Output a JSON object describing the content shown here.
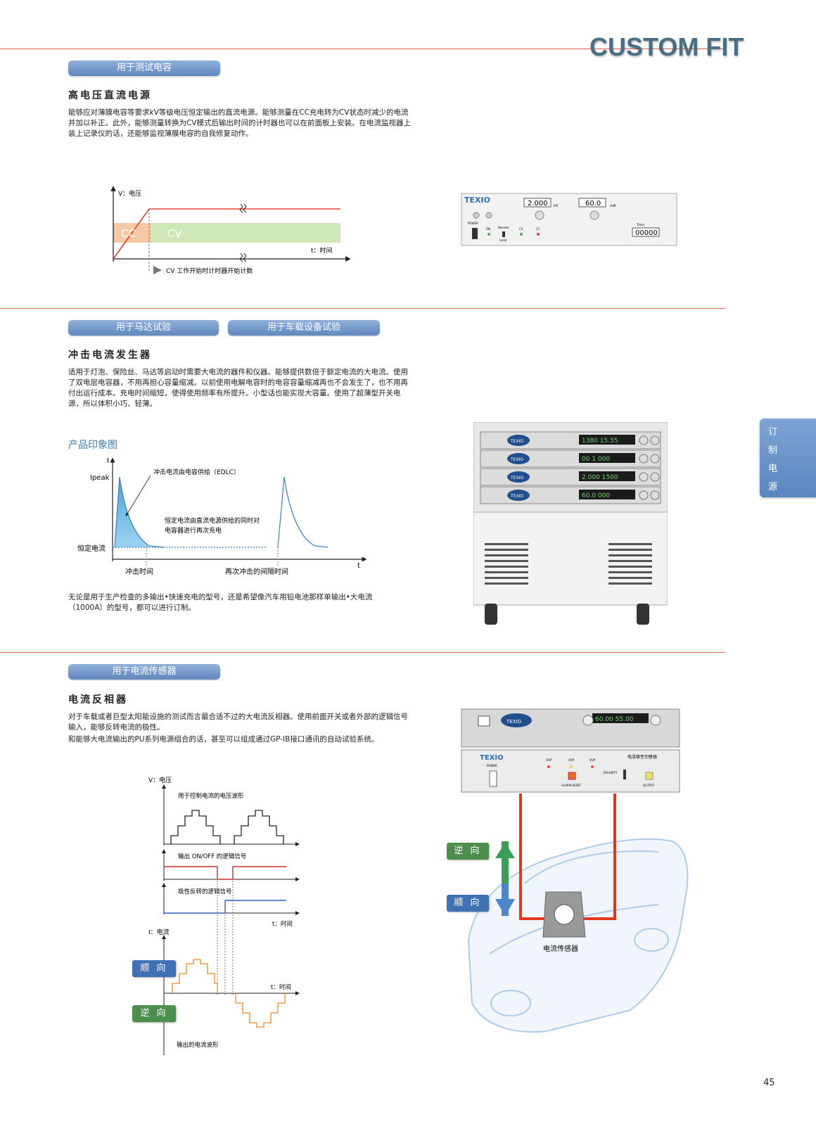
{
  "brand": "CUSTOM FIT",
  "side_tab": [
    "订",
    "制",
    "电",
    "源"
  ],
  "page_number": "45",
  "section1": {
    "tag": "用于测试电容",
    "heading": "高电压直流电源",
    "body": "能够应对薄膜电容等要求kV等级电压恒定输出的直流电源。能够测量在CC充电转为CV状态时减少的电流并加以补正。此外，能够测量转换为CV模式后输出时间的计时器也可以在前面板上安装。在电流监视器上装上记录仪的话，还能够监视薄膜电容的自我修复动作。",
    "chart": {
      "y_label": "V：电压",
      "x_label": "t：时间",
      "cc_label": "CC",
      "cv_label": "CV",
      "note": "CV 工作开始时计时器开始计数"
    },
    "device": {
      "logo": "TEXIO",
      "display1": "2.000",
      "unit1": "kV",
      "display2": "60.0",
      "unit2": "mA",
      "power": "POWER",
      "on": "ON",
      "remote": "Remote",
      "local": "Local",
      "cv": "CV",
      "cc": "CC",
      "timer_label": "Timer",
      "timer": "00000"
    }
  },
  "section2": {
    "tags": [
      "用于马达试验",
      "用于车载设备试验"
    ],
    "heading": "冲击电流发生器",
    "body": "适用于灯泡、保险丝、马达等启动时需要大电流的器件和仪器。能够提供数倍于额定电流的大电流。使用了双电层电容器，不用再担心容量缩减。以前使用电解电容时的电容容量缩减再也不会发生了，也不用再付出运行成本。充电时间缩短，使得使用频率有所提升。小型话也能实现大容量。使用了超薄型开关电源，所以体积小巧、轻薄。",
    "sub_heading": "产品印象图",
    "chart": {
      "y_axis": "I",
      "ipeak": "Ipeak",
      "const_current": "恒定电流",
      "annotation1": "冲击电流由电容供给（EDLC）",
      "annotation2a": "恒定电流由直流电源供给的同时对",
      "annotation2b": "电容器进行再次充电",
      "x_label1": "冲击时间",
      "x_label2": "再次冲击的间隔时间",
      "t": "t"
    },
    "footnote": "无论是用于生产检查的多输出•快速充电的型号，还是希望像汽车用铅电池那样单输出•大电流（1000A）的型号，都可以进行订制。",
    "device": {
      "logo": "TEXIO",
      "displays": [
        "1380 15.55",
        "00 1 000",
        "2.000 1500",
        "60.0 000"
      ]
    }
  },
  "section3": {
    "tag": "用于电流传感器",
    "heading": "电流反相器",
    "body1": "对于车载或者巨型太阳能设施的测试而言最合适不过的大电流反相器。使用前面开关或者外部的逻辑信号输入，能够反转电流的极性。",
    "body2": "和能够大电流输出的PU系列电源组合的话，甚至可以组成通过GP-IB接口通讯的自动试验系统。",
    "chart": {
      "v_label": "V：电压",
      "voltage_wave": "用于控制电流的电压波形",
      "onoff_signal": "输出 ON/OFF 的逻辑信号",
      "polarity_signal": "极性反转的逻辑信号",
      "t_label": "t：时间",
      "i_label": "I：电流",
      "forward": "顺 向",
      "reverse": "逆 向",
      "t_label2": "t：时间",
      "output_wave": "输出的电流波形"
    },
    "device": {
      "logo": "TEXIO",
      "display": "60.00 55.00",
      "unit_title": "电流极性切替器",
      "power": "POWER",
      "ovp": "OVP",
      "polarity": "POLARITY",
      "alarm_reset": "ALARM RESET",
      "output": "OUTPUT",
      "reverse": "逆 向",
      "forward": "顺 向",
      "sensor": "电流传感器"
    }
  },
  "colors": {
    "accent_line": "#e05a4a",
    "pill_blue": "#6b92c8",
    "brand": "#4a6f84",
    "green_badge": "#4c8f4c",
    "blue_badge": "#3f72b5"
  }
}
